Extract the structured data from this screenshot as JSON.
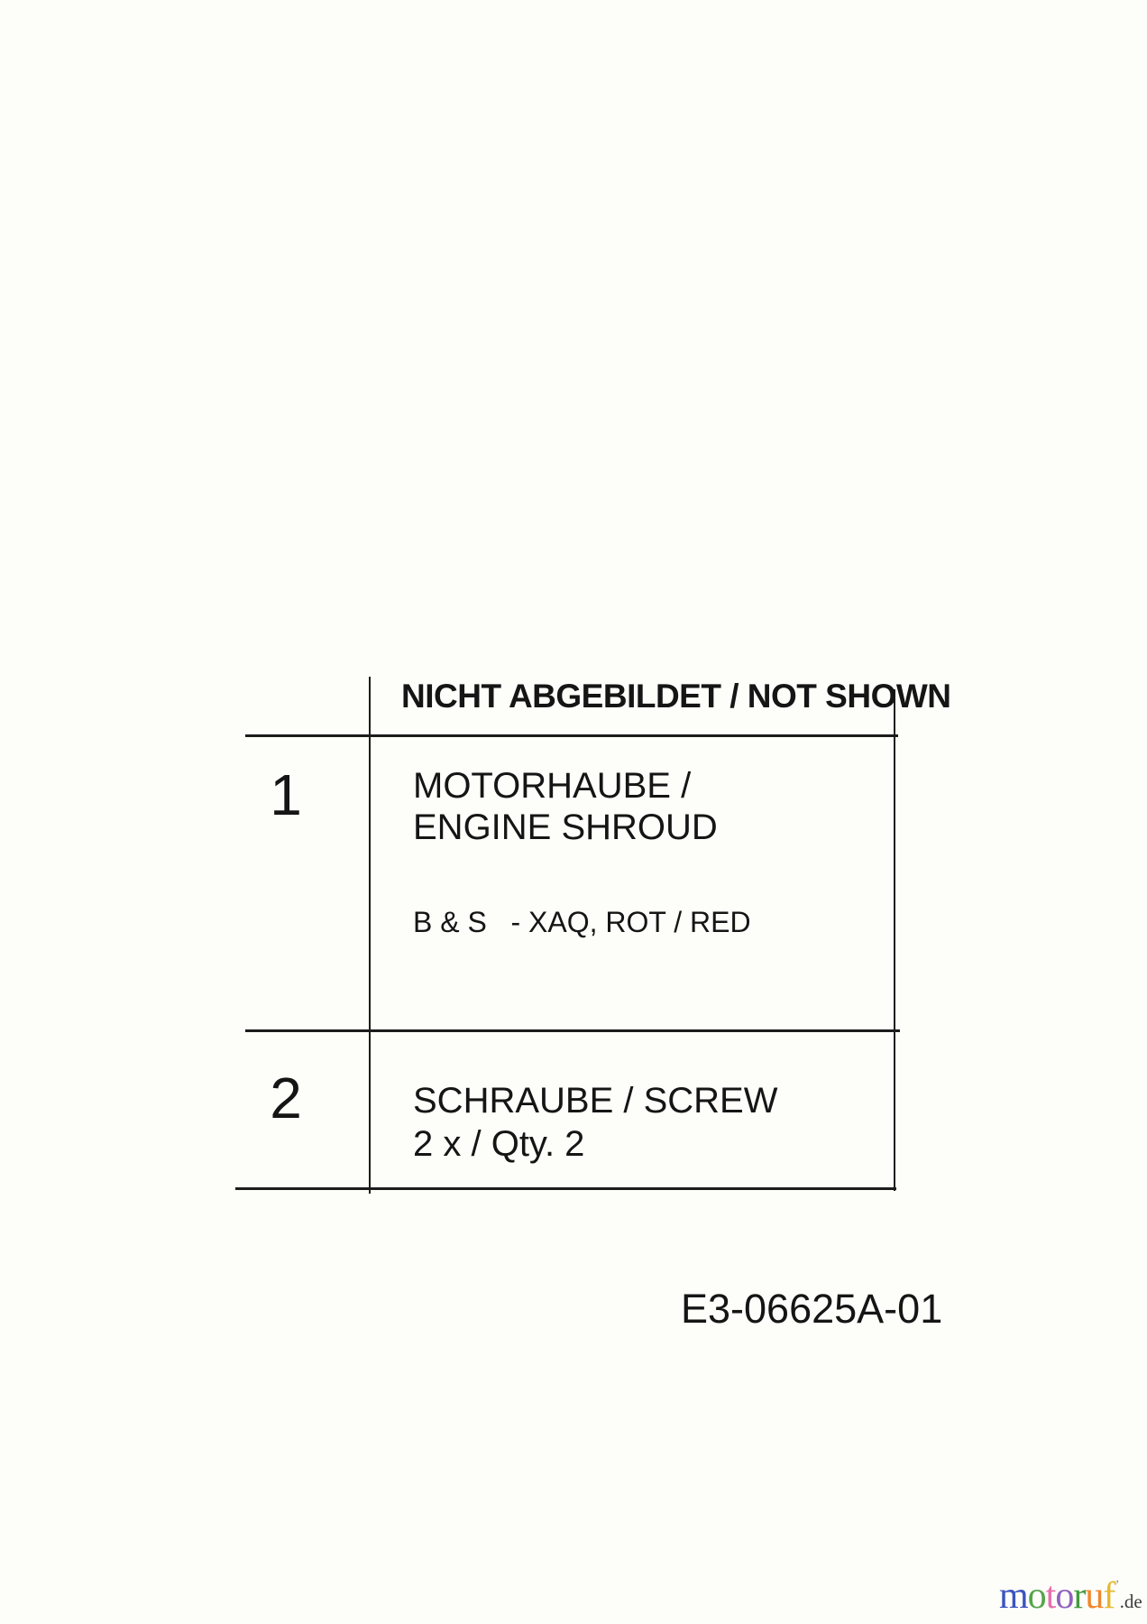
{
  "page": {
    "background": "#fdfdfa",
    "line_color": "#1c1c1c",
    "doc_code": "E3-06625A-01"
  },
  "parts_table": {
    "header": "NICHT ABGEBILDET / NOT SHOWN",
    "rows": [
      {
        "ref": "1",
        "name_line1": "MOTORHAUBE /",
        "name_line2": "ENGINE SHROUD",
        "variant_note": "B & S   - XAQ, ROT / RED"
      },
      {
        "ref": "2",
        "name_line1": "SCHRAUBE / SCREW",
        "name_line2": "2 x / Qty. 2"
      }
    ]
  },
  "watermark": {
    "brand_letters": [
      {
        "ch": "m",
        "color": "#3b54c0"
      },
      {
        "ch": "o",
        "color": "#54a54a"
      },
      {
        "ch": "t",
        "color": "#e76fae"
      },
      {
        "ch": "o",
        "color": "#9061c0"
      },
      {
        "ch": "r",
        "color": "#3f9c3f"
      },
      {
        "ch": "u",
        "color": "#f0862c"
      },
      {
        "ch": "f",
        "color": "#e5b92f"
      }
    ],
    "tick": "’",
    "tick_color": "#9a9a9a",
    "suffix": ".de",
    "suffix_color": "#3d3d3d"
  }
}
